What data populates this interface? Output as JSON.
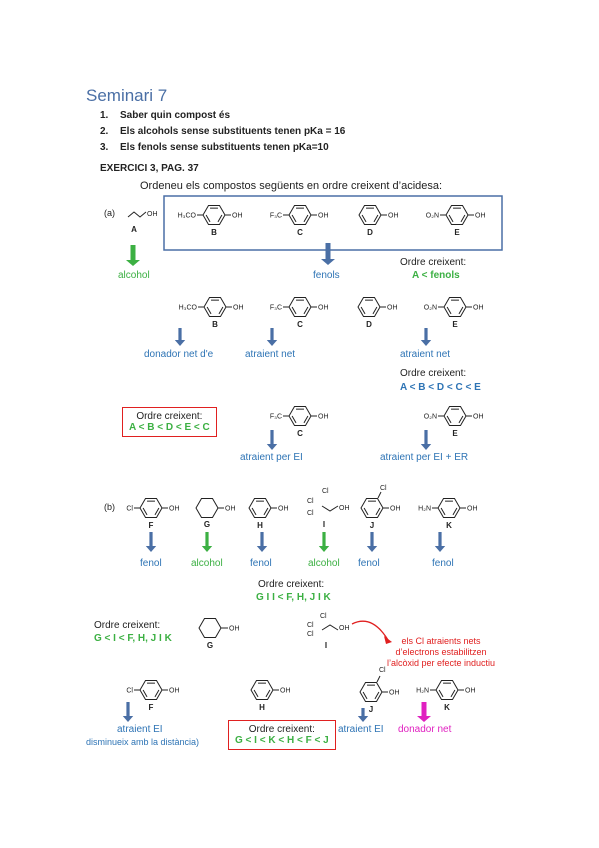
{
  "title": "Seminari 7",
  "list": [
    {
      "num": "1.",
      "text": "Saber quin compost és"
    },
    {
      "num": "2.",
      "text": "Els alcohols sense substituents tenen pKa = 16"
    },
    {
      "num": "3.",
      "text": "Els fenols sense substituents tenen pKa=10"
    }
  ],
  "exercise_heading": "EXERCICI 3, PAG. 37",
  "instruction": "Ordeneu els compostos següents en ordre creixent d’acidesa:",
  "part_a": "(a)",
  "part_b": "(b)",
  "sub_OH": "OH",
  "sub_H3CO": "H₃CO",
  "sub_F3C": "F₃C",
  "sub_O2N": "O₂N",
  "sub_Cl": "Cl",
  "sub_H2N": "H₂N",
  "sub_ClCl": "Cl",
  "letters": {
    "A": "A",
    "B": "B",
    "C": "C",
    "D": "D",
    "E": "E",
    "F": "F",
    "G": "G",
    "H": "H",
    "I": "I",
    "J": "J",
    "K": "K"
  },
  "a_row1": {
    "alcohol": "alcohol",
    "fenols": "fenols",
    "order_label": "Ordre creixent:",
    "order_value": "A < fenols"
  },
  "a_row2": {
    "donador": "donador net d'e",
    "atraient1": "atraient net",
    "atraient2": "atraient net",
    "order_label": "Ordre creixent:",
    "order_value": "A < B < D < C < E"
  },
  "a_row3": {
    "order_label": "Ordre creixent:",
    "order_value": "A < B < D < E < C",
    "ei": "atraient per EI",
    "eier": "atraient per EI + ER"
  },
  "b_row1": {
    "F": "fenol",
    "G": "alcohol",
    "H": "fenol",
    "I": "alcohol",
    "J": "fenol",
    "K": "fenol",
    "order_label": "Ordre creixent:",
    "order_value": "G I I < F, H, J I K"
  },
  "b_row2": {
    "order_label": "Ordre creixent:",
    "order_value": "G < I < F, H, J I K",
    "note": [
      "els Cl atraients nets",
      "d’electrons estabilitzen",
      "l’alcòxid per efecte inductiu"
    ]
  },
  "b_row3": {
    "atraientEI": "atraient EI",
    "disminueix": "disminueix amb la distància)",
    "order_label": "Ordre creixent:",
    "order_value": "G < I < K < H < F < J",
    "atraientEI2": "atraient EI",
    "donador": "donador net"
  },
  "colors": {
    "green": "#3cb043",
    "blue": "#2e74b5",
    "arrow_blue": "#4a6fa5",
    "red": "#e02020",
    "magenta": "#e020c0"
  }
}
